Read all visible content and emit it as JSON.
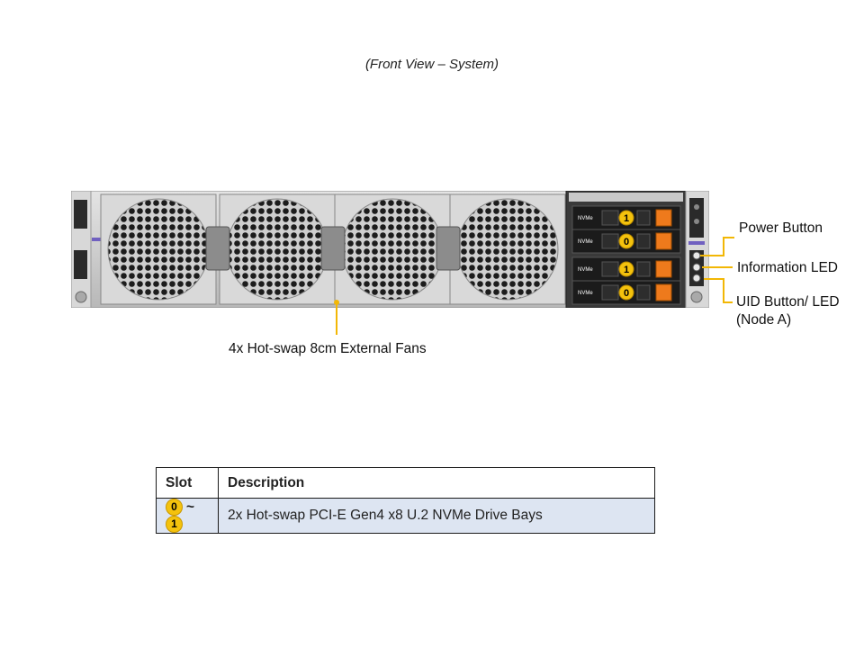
{
  "caption": "(Front View – System)",
  "callouts": {
    "power_button": "Power Button",
    "information_led": "Information  LED",
    "uid_line1": "UID Button/  LED",
    "uid_line2": "(Node A)",
    "fans": "4x Hot-swap  8cm External Fans"
  },
  "drive_bays": [
    {
      "label": "NVMe",
      "number": "1"
    },
    {
      "label": "NVMe",
      "number": "0"
    },
    {
      "label": "NVMe",
      "number": "1"
    },
    {
      "label": "NVMe",
      "number": "0"
    }
  ],
  "table": {
    "headers": [
      "Slot",
      "Description"
    ],
    "rows": [
      {
        "slot_from": "0",
        "separator": "~",
        "slot_to": "1",
        "description": "2x Hot-swap  PCI-E  Gen4  x8  U.2  NVMe  Drive Bays"
      }
    ]
  },
  "colors": {
    "callout_line": "#f2b705",
    "badge": "#f4c20d",
    "latch": "#ee7a1c",
    "row_fill": "#dde5f2"
  }
}
